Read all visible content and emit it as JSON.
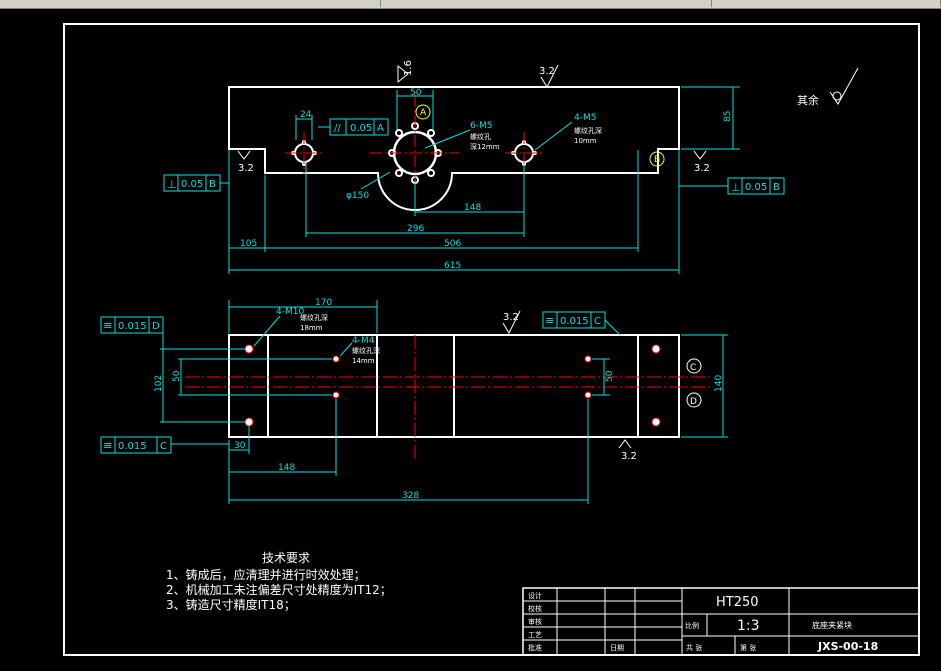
{
  "colors": {
    "background": "#000000",
    "outline": "#ffffff",
    "dimension": "#00e0e0",
    "centerline": "#ff0000",
    "leader": "#00e0e0",
    "datum": "#ffff00"
  },
  "top_view": {
    "roughness_top": "3.2",
    "roughness_left": "3.2",
    "roughness_right": "3.2",
    "roughness_datum": "1.6",
    "datum_a": "A",
    "datum_b": "B",
    "dim_50": "50",
    "dim_24": "24",
    "dim_85": "85",
    "dim_dia150": "φ150",
    "dim_148": "148",
    "dim_296": "296",
    "dim_105": "105",
    "dim_506": "506",
    "dim_615": "615",
    "note_6m5": "6-M5",
    "note_6m5_a": "螺纹孔",
    "note_6m5_b": "深12mm",
    "note_4m5": "4-M5",
    "note_4m5_a": "螺纹孔深",
    "note_4m5_b": "10mm",
    "tol_parallel_sym": "//",
    "tol_parallel_val": "0.05",
    "tol_parallel_ref": "A",
    "tol_perp_left_sym": "⊥",
    "tol_perp_left_val": "0.05",
    "tol_perp_left_ref": "B",
    "tol_perp_right_sym": "⊥",
    "tol_perp_right_val": "0.05",
    "tol_perp_right_ref": "B"
  },
  "remaining_roughness": {
    "label": "其余"
  },
  "bottom_view": {
    "dim_170": "170",
    "dim_30": "30",
    "dim_148": "148",
    "dim_328": "328",
    "dim_102": "102",
    "dim_50_left": "50",
    "dim_50_right": "50",
    "dim_140": "140",
    "note_4m10": "4-M10",
    "note_4m10_a": "螺纹孔深",
    "note_4m10_b": "18mm",
    "note_4m4": "4-M4",
    "note_4m4_a": "螺纹孔深",
    "note_4m4_b": "14mm",
    "roughness_top": "3.2",
    "roughness_bottom": "3.2",
    "datum_c": "C",
    "datum_d": "D",
    "tol_sym_top_sym": "≡",
    "tol_sym_top_val": "0.015",
    "tol_sym_top_ref": "D",
    "tol_sym_bottom_sym": "≡",
    "tol_sym_bottom_val": "0.015",
    "tol_sym_bottom_ref": "C",
    "tol_sym_right_sym": "≡",
    "tol_sym_right_val": "0.015",
    "tol_sym_right_ref": "C"
  },
  "tech_requirements": {
    "title": "技术要求",
    "line1": "1、铸成后，应清理并进行时效处理；",
    "line2": "2、机械加工未注偏差尺寸处精度为IT12；",
    "line3": "3、铸造尺寸精度IT18；"
  },
  "title_block": {
    "row1": "设计",
    "row2": "校核",
    "row3": "审核",
    "row4": "工艺",
    "row5": "批准",
    "date_label": "日期",
    "material": "HT250",
    "scale_label": "比例",
    "scale": "1:3",
    "part_name": "底座夹紧块",
    "sheet_label": "共 张",
    "sheet_label2": "第 张",
    "drawing_no": "JXS-00-18"
  }
}
